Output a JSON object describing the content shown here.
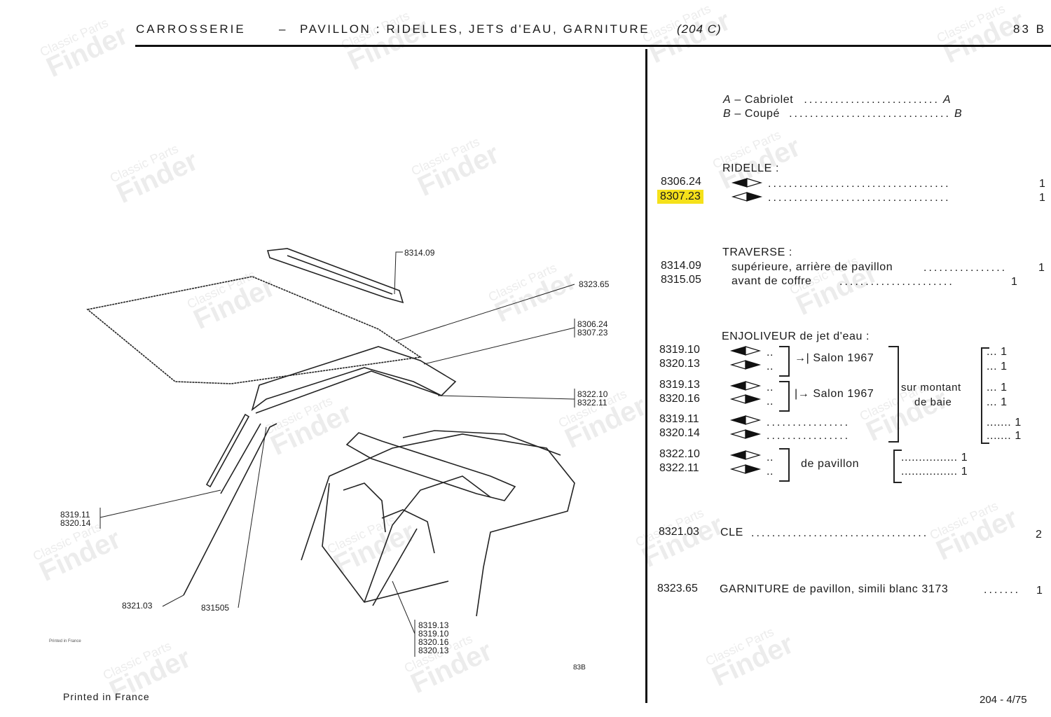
{
  "header": {
    "section": "CARROSSERIE",
    "dash": "–",
    "title": "PAVILLON : RIDELLES, JETS d'EAU, GARNITURE",
    "model": "(204 C)",
    "page": "83 B"
  },
  "legend": [
    {
      "key": "A",
      "label": "– Cabriolet",
      "dots": "..........................",
      "value": "A"
    },
    {
      "key": "B",
      "label": "– Coupé",
      "dots": "...............................",
      "value": "B"
    }
  ],
  "ridelle": {
    "title": "RIDELLE :",
    "rows": [
      {
        "code": "8306.24",
        "dots": "...................................",
        "qty": "1",
        "highlighted": false
      },
      {
        "code": "8307.23",
        "dots": "...................................",
        "qty": "1",
        "highlighted": true
      }
    ]
  },
  "traverse": {
    "title": "TRAVERSE :",
    "rows": [
      {
        "code": "8314.09",
        "label": "supérieure, arrière de pavillon",
        "dots": "................",
        "qty": "1"
      },
      {
        "code": "8315.05",
        "label": "avant de coffre",
        "dots": "......................",
        "qty": "1"
      }
    ]
  },
  "enjoliveur": {
    "title": "ENJOLIVEUR de jet d'eau :",
    "codes": [
      "8319.10",
      "8320.13",
      "8319.13",
      "8320.16",
      "8319.11",
      "8320.14",
      "8322.10",
      "8322.11"
    ],
    "short_dots": "..",
    "long_dots": "................",
    "salon_before": "Salon 1967",
    "salon_after": "Salon 1967",
    "montant": "sur montant",
    "baie": "de baie",
    "pavillon": "de pavillon",
    "qty_short": [
      "... 1",
      "... 1",
      "... 1",
      "... 1"
    ],
    "qty_long": [
      "....... 1",
      "....... 1"
    ],
    "qty_pav": [
      "................ 1",
      "................ 1"
    ]
  },
  "cle": {
    "code": "8321.03",
    "label": "CLE",
    "dots": "..................................",
    "qty": "2"
  },
  "garniture": {
    "code": "8323.65",
    "label": "GARNITURE de pavillon, simili blanc 3173",
    "dots": ".......",
    "qty": "1"
  },
  "drawing": {
    "callouts": {
      "c831409": "8314.09",
      "c832365": "8323.65",
      "c830624": "8306.24",
      "c830723": "8307.23",
      "c832210": "8322.10",
      "c832211": "8322.11",
      "c831911": "8319.11",
      "c832014": "8320.14",
      "c832103": "8321.03",
      "c831505": "831505",
      "c831913": "8319.13",
      "c831910": "8319.10",
      "c832016": "8320.16",
      "c832013": "8320.13"
    },
    "tiny_note": "Printed in France",
    "plate": "83B"
  },
  "footer": {
    "printed": "Printed in France",
    "ref": "204 - 4/75"
  },
  "watermark": "Classic Parts Finder",
  "colors": {
    "highlight": "#f5e11a",
    "ink": "#1a1a1a"
  }
}
